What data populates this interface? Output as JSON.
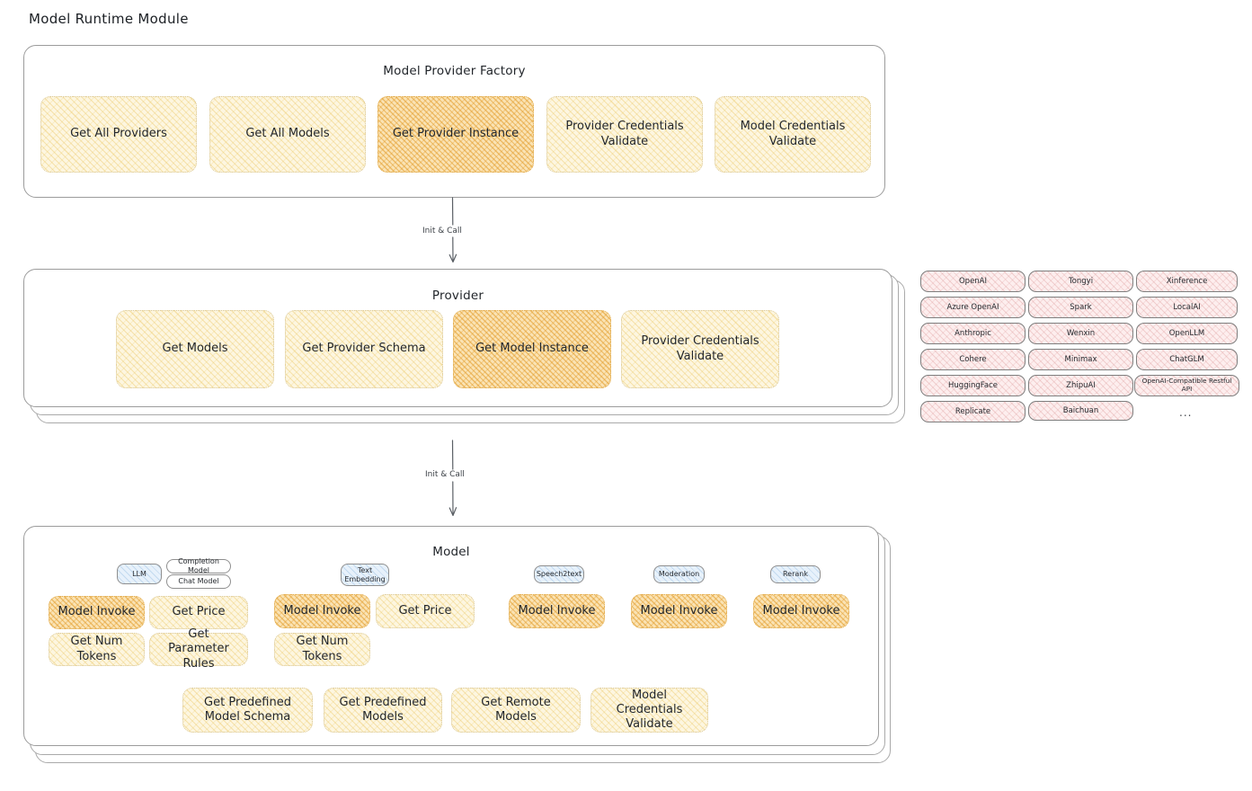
{
  "page": {
    "title": "Model Runtime Module"
  },
  "colors": {
    "highlight_fill": "#fae3b4",
    "normal_fill": "#fdf6e0",
    "provider_pill_fill": "#fdeeee",
    "model_type_pill_fill": "#e7f1fb",
    "card_border": "#9c9c9c"
  },
  "factory": {
    "title": "Model Provider Factory",
    "boxes": [
      {
        "label": "Get All Providers",
        "highlighted": false
      },
      {
        "label": "Get All Models",
        "highlighted": false
      },
      {
        "label": "Get Provider Instance",
        "highlighted": true
      },
      {
        "label": "Provider Credentials Validate",
        "highlighted": false
      },
      {
        "label": "Model Credentials Validate",
        "highlighted": false
      }
    ]
  },
  "arrows": [
    {
      "label": "Init & Call"
    },
    {
      "label": "Init & Call"
    }
  ],
  "provider": {
    "title": "Provider",
    "boxes": [
      {
        "label": "Get Models",
        "highlighted": false
      },
      {
        "label": "Get Provider Schema",
        "highlighted": false
      },
      {
        "label": "Get Model Instance",
        "highlighted": true
      },
      {
        "label": "Provider Credentials Validate",
        "highlighted": false
      }
    ]
  },
  "provider_list": {
    "columns": [
      [
        "OpenAI",
        "Azure OpenAI",
        "Anthropic",
        "Cohere",
        "HuggingFace",
        "Replicate"
      ],
      [
        "Tongyi",
        "Spark",
        "Wenxin",
        "Minimax",
        "ZhipuAI",
        "Baichuan"
      ],
      [
        "Xinference",
        "LocalAI",
        "OpenLLM",
        "ChatGLM",
        "OpenAI-Compatible Restful API"
      ]
    ],
    "more": "..."
  },
  "model": {
    "title": "Model",
    "more": "...",
    "types": [
      {
        "name": "LLM",
        "subtypes": [
          "Completion Model",
          "Chat Model"
        ],
        "methods": [
          {
            "label": "Model Invoke",
            "highlighted": true
          },
          {
            "label": "Get Price",
            "highlighted": false
          },
          {
            "label": "Get Num Tokens",
            "highlighted": false
          },
          {
            "label": "Get Parameter Rules",
            "highlighted": false
          }
        ]
      },
      {
        "name": "Text Embedding",
        "subtypes": [],
        "methods": [
          {
            "label": "Model Invoke",
            "highlighted": true
          },
          {
            "label": "Get Price",
            "highlighted": false
          },
          {
            "label": "Get Num Tokens",
            "highlighted": false
          }
        ]
      },
      {
        "name": "Speech2text",
        "subtypes": [],
        "methods": [
          {
            "label": "Model Invoke",
            "highlighted": true
          }
        ]
      },
      {
        "name": "Moderation",
        "subtypes": [],
        "methods": [
          {
            "label": "Model Invoke",
            "highlighted": true
          }
        ]
      },
      {
        "name": "Rerank",
        "subtypes": [],
        "methods": [
          {
            "label": "Model Invoke",
            "highlighted": true
          }
        ]
      }
    ],
    "common_methods": [
      "Get Predefined Model Schema",
      "Get Predefined Models",
      "Get Remote Models",
      "Model Credentials Validate"
    ]
  }
}
